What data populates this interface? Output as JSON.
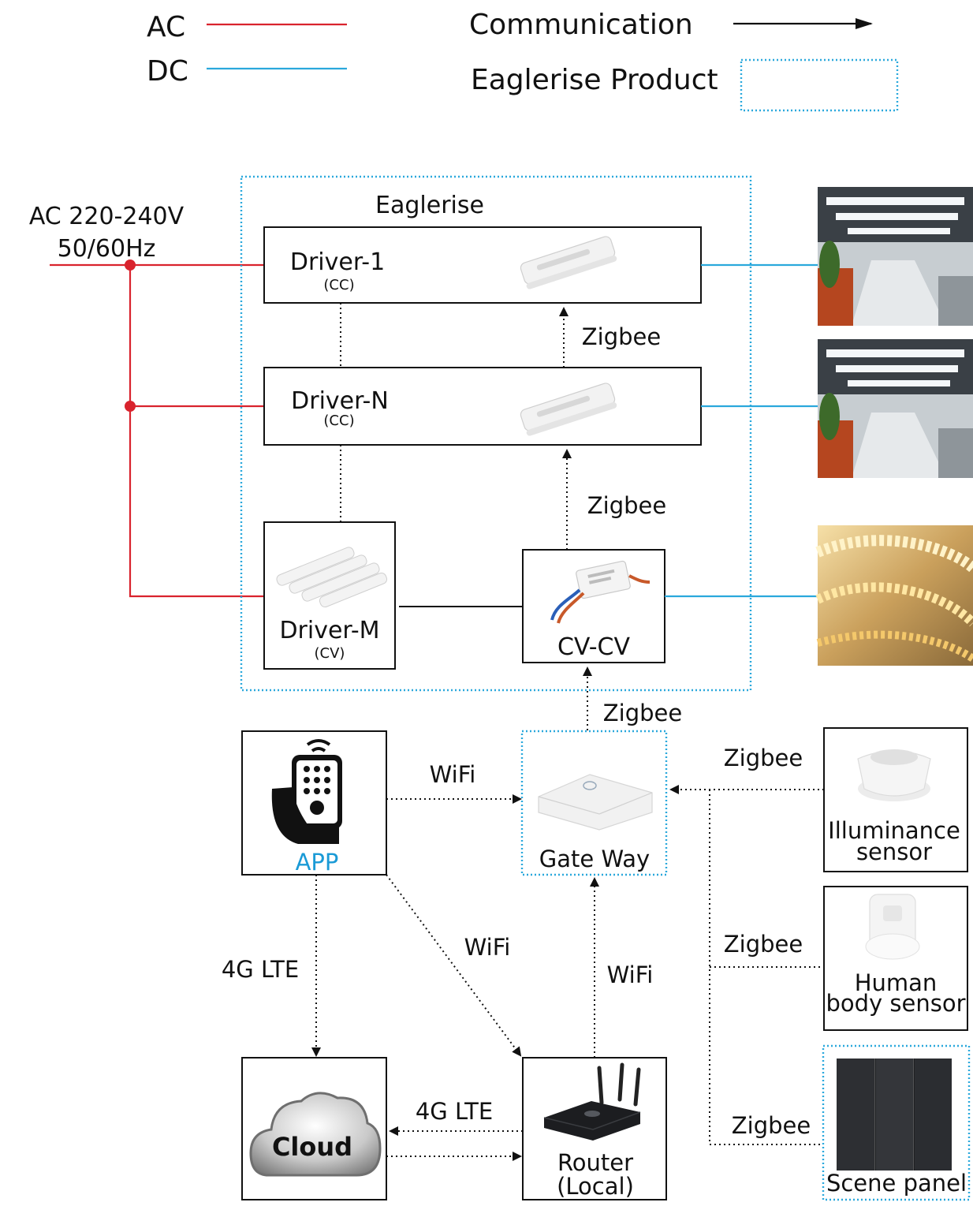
{
  "legend": {
    "ac_label": "AC",
    "dc_label": "DC",
    "communication_label": "Communication",
    "product_label": "Eaglerise Product"
  },
  "power_input": {
    "line1": "AC 220-240V",
    "line2": "50/60Hz"
  },
  "eaglerise_group": {
    "title": "Eaglerise"
  },
  "drivers": {
    "driver1": {
      "name": "Driver-1",
      "type": "(CC)"
    },
    "driverN": {
      "name": "Driver-N",
      "type": "(CC)"
    },
    "driverM": {
      "name": "Driver-M",
      "type": "(CV)"
    },
    "cvcv": {
      "name": "CV-CV"
    }
  },
  "links": {
    "zigbee_1": "Zigbee",
    "zigbee_2": "Zigbee",
    "zigbee_gateway": "Zigbee",
    "zigbee_illuminance": "Zigbee",
    "zigbee_human": "Zigbee",
    "zigbee_scene": "Zigbee",
    "wifi_app_gateway": "WiFi",
    "wifi_app_router": "WiFi",
    "wifi_router_gateway": "WiFi",
    "lte_app_cloud": "4G LTE",
    "lte_cloud_router": "4G LTE"
  },
  "devices": {
    "app": "APP",
    "gateway": "Gate Way",
    "cloud": "Cloud",
    "router_line1": "Router",
    "router_line2": "(Local)",
    "illuminance_line1": "Illuminance",
    "illuminance_line2": "sensor",
    "human_line1": "Human",
    "human_line2": "body sensor",
    "scene_panel": "Scene panel"
  },
  "colors": {
    "ac_line": "#d9232d",
    "dc_line": "#2aa8dc",
    "communication_arrow": "#111111",
    "product_border": "#2aa8dc",
    "app_label": "#1a9ad6"
  }
}
